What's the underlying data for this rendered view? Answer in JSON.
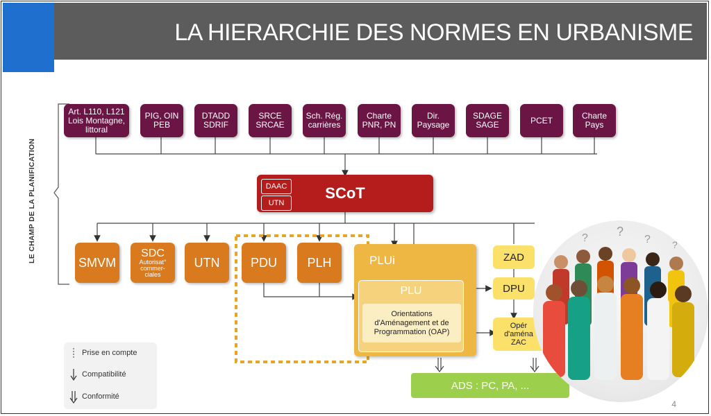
{
  "title": "LA HIERARCHIE DES NORMES EN URBANISME",
  "side_label": "LE CHAMP DE LA PLANIFICATION",
  "top_boxes": [
    "Art. L110, L121\nLois Montagne,\nlittoral",
    "PIG, OIN\nPEB",
    "DTADD\nSDRIF",
    "SRCE\nSRCAE",
    "Sch. Rég.\ncarrières",
    "Charte\nPNR, PN",
    "Dir.\nPaysage",
    "SDAGE\nSAGE",
    "PCET",
    "Charte\nPays"
  ],
  "scot": {
    "label": "SCoT",
    "tag_daac": "DAAC",
    "tag_utn": "UTN"
  },
  "smvm": "SMVM",
  "sdc": {
    "label": "SDC",
    "sub": "Autorisat°\ncommer-\nciales"
  },
  "utn": "UTN",
  "pdu": "PDU",
  "plh": "PLH",
  "plui": "PLUi",
  "plu": "PLU",
  "oap": "Orientations\nd'Aménagement et de\nProgrammation (OAP)",
  "zad": "ZAD",
  "dpu": "DPU",
  "ope": "Opér\nd'aména\nZAC",
  "ads": "ADS : PC, PA, ...",
  "legend": {
    "prise": "Prise en compte",
    "compat": "Compatibilité",
    "conform": "Conformité"
  },
  "page_number": "4",
  "colors": {
    "plum": "#6b1544",
    "scot": "#b51d1d",
    "orange": "#d97a1f",
    "plui": "#eeb642",
    "yellow": "#fbe06a",
    "green": "#9ccf4c",
    "titlebar": "#5c5c5c",
    "accent": "#1f6fce"
  }
}
